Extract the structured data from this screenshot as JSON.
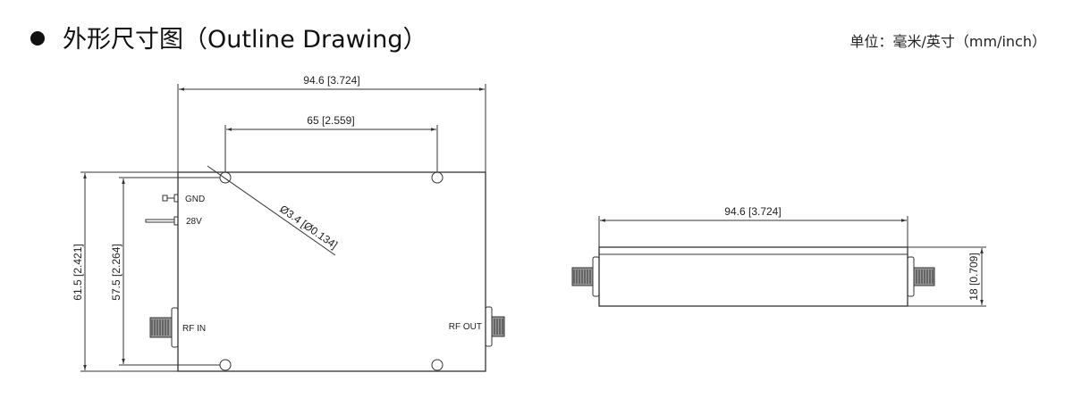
{
  "header": {
    "title": "外形尺寸图（Outline Drawing）",
    "units": "单位：毫米/英寸（mm/inch）"
  },
  "top_view": {
    "width_dim": "94.6 [3.724]",
    "hole_spacing_dim": "65 [2.559]",
    "hole_diameter_dim": "Ø3.4 [Ø0.134]",
    "height_dim": "61.5 [2.421]",
    "hole_vertical_dim": "57.5 [2.264]",
    "labels": {
      "gnd": "GND",
      "v28": "28V",
      "rf_in": "RF IN",
      "rf_out": "RF OUT"
    }
  },
  "side_view": {
    "width_dim": "94.6 [3.724]",
    "height_dim": "18 [0.709]"
  }
}
